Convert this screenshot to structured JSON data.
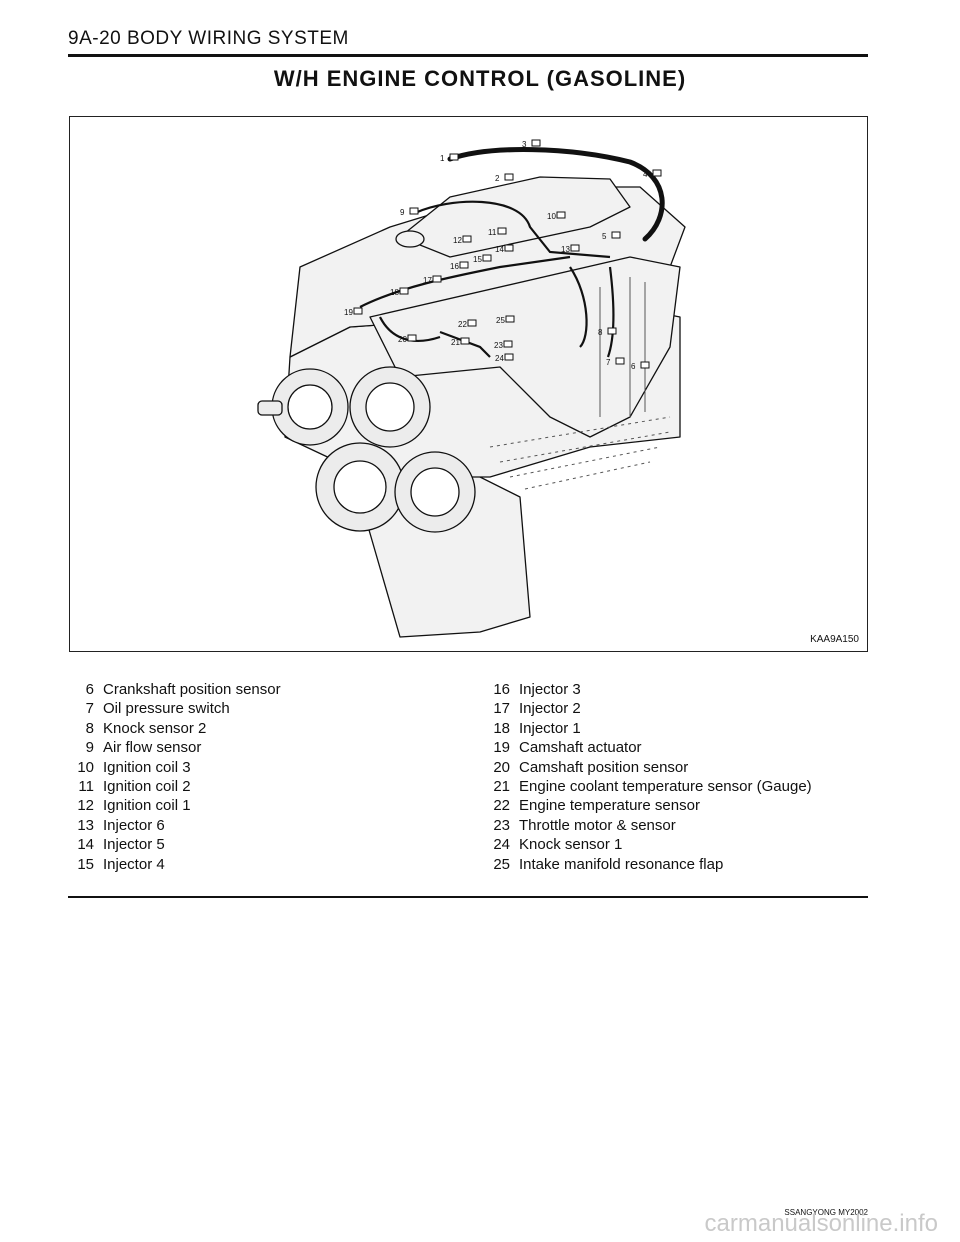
{
  "header": {
    "section": "9A-20  BODY WIRING SYSTEM"
  },
  "title": "W/H  ENGINE  CONTROL  (GASOLINE)",
  "figure": {
    "code": "KAA9A150",
    "callouts": [
      "1",
      "2",
      "3",
      "4",
      "5",
      "6",
      "7",
      "8",
      "9",
      "10",
      "11",
      "12",
      "13",
      "14",
      "15",
      "16",
      "17",
      "18",
      "19",
      "20",
      "21",
      "22",
      "23",
      "24",
      "25"
    ]
  },
  "legend_left": [
    {
      "num": "6",
      "label": "Crankshaft position sensor"
    },
    {
      "num": "7",
      "label": "Oil pressure switch"
    },
    {
      "num": "8",
      "label": "Knock sensor 2"
    },
    {
      "num": "9",
      "label": "Air flow sensor"
    },
    {
      "num": "10",
      "label": "Ignition coil 3"
    },
    {
      "num": "11",
      "label": "Ignition coil 2"
    },
    {
      "num": "12",
      "label": "Ignition coil 1"
    },
    {
      "num": "13",
      "label": "Injector 6"
    },
    {
      "num": "14",
      "label": "Injector 5"
    },
    {
      "num": "15",
      "label": "Injector 4"
    }
  ],
  "legend_right": [
    {
      "num": "16",
      "label": "Injector 3"
    },
    {
      "num": "17",
      "label": "Injector 2"
    },
    {
      "num": "18",
      "label": "Injector 1"
    },
    {
      "num": "19",
      "label": "Camshaft actuator"
    },
    {
      "num": "20",
      "label": "Camshaft position sensor"
    },
    {
      "num": "21",
      "label": "Engine coolant temperature sensor (Gauge)"
    },
    {
      "num": "22",
      "label": "Engine temperature sensor"
    },
    {
      "num": "23",
      "label": "Throttle motor & sensor"
    },
    {
      "num": "24",
      "label": "Knock sensor 1"
    },
    {
      "num": "25",
      "label": "Intake manifold resonance flap"
    }
  ],
  "footer": {
    "brand": "SSANGYONG MY2002",
    "watermark": "carmanualsonline.info"
  }
}
